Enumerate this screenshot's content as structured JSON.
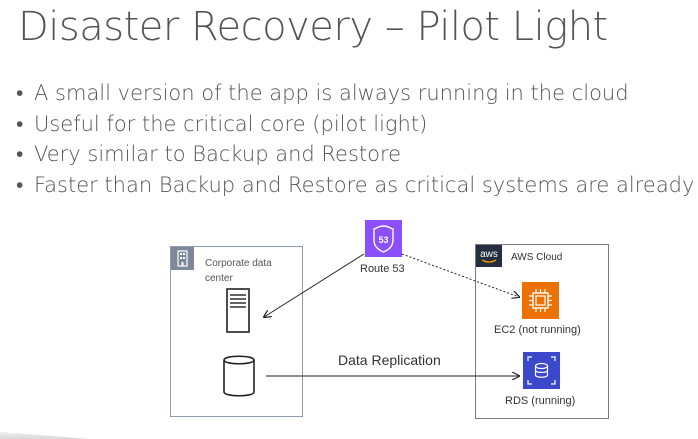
{
  "slide": {
    "title": "Disaster Recovery – Pilot Light",
    "bullets": [
      "A small version of the app is always running in the cloud",
      "Useful for the critical core (pilot light)",
      "Very similar to Backup and Restore",
      "Faster than Backup and Restore as critical systems are already up"
    ]
  },
  "diagram": {
    "route53": {
      "label": "Route 53",
      "badge": "53"
    },
    "corporate": {
      "label": "Corporate data center"
    },
    "aws": {
      "label": "AWS Cloud",
      "logo_text": "aws"
    },
    "ec2": {
      "label": "EC2 (not running)"
    },
    "rds": {
      "label": "RDS (running)"
    },
    "replication": {
      "label": "Data Replication"
    },
    "colors": {
      "route53": "#8c4fff",
      "ec2": "#ed7100",
      "rds": "#3b48cc",
      "corp_border": "#8e9aad",
      "aws_border": "#7a7a7a"
    }
  }
}
